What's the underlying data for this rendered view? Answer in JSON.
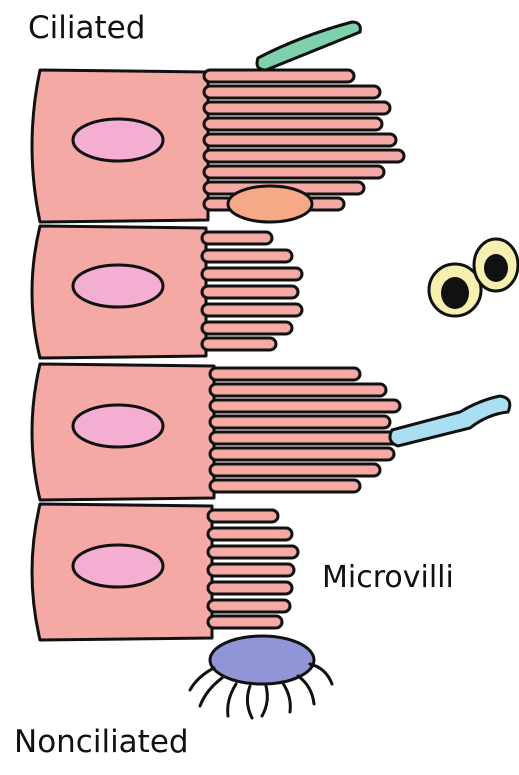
{
  "labels": {
    "ciliated": "Ciliated",
    "microvilli": "Microvilli",
    "nonciliated": "Nonciliated"
  },
  "colors": {
    "cell_fill": "#f4a9a5",
    "nucleus_fill": "#f3aed2",
    "outline": "#111111",
    "bacterium_top": "#7fd1ad",
    "orange_particle": "#f6a987",
    "spore_fill": "#f7efb0",
    "blue_rod": "#a9dff0",
    "purple_cell": "#8f95d6"
  }
}
